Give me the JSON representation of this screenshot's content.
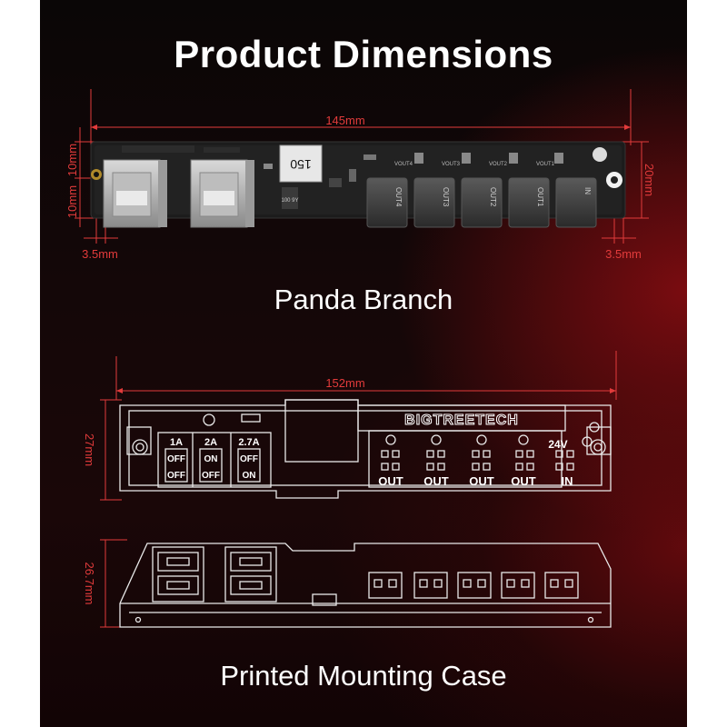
{
  "header": {
    "title": "Product Dimensions"
  },
  "board": {
    "label": "Panda Branch",
    "dims": {
      "length": "145mm",
      "height": "20mm",
      "usb_left_a": "10mm",
      "usb_left_b": "10mm",
      "margin_left": "3.5mm",
      "margin_right": "3.5mm"
    },
    "regulator_marking": "150",
    "inductor_marking": "100 9Y",
    "output_labels": [
      "OUT4",
      "OUT3",
      "OUT2",
      "OUT1",
      "IN"
    ],
    "vout_labels": [
      "VOUT4",
      "VOUT3",
      "VOUT2",
      "VOUT1"
    ]
  },
  "case": {
    "label": "Printed Mounting Case",
    "dims": {
      "length": "152mm",
      "top_height": "27mm",
      "front_height": "26.7mm"
    },
    "brand": "BIGTREETECH",
    "switch_headers": [
      "1A",
      "2A",
      "2.7A"
    ],
    "switch_states": [
      [
        "OFF",
        "OFF"
      ],
      [
        "ON",
        "OFF"
      ],
      [
        "OFF",
        "ON"
      ]
    ],
    "port_labels": [
      "OUT",
      "OUT",
      "OUT",
      "OUT",
      "IN"
    ],
    "input_voltage": "24V"
  },
  "colors": {
    "accent_red": "#e23b3b",
    "line_white": "#e9e9e9",
    "pcb_black": "#1a1a1a"
  }
}
